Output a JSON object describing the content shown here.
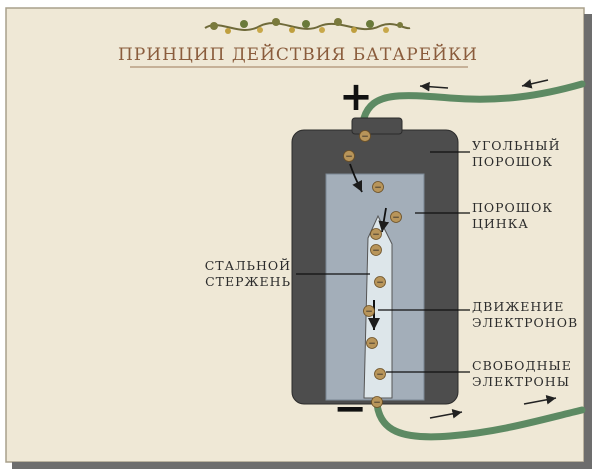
{
  "title": "ПРИНЦИП ДЕЙСТВИЯ БАТАРЕЙКИ",
  "terminals": {
    "plus": "+",
    "minus": "−"
  },
  "labels": {
    "carbon_l1": "УГОЛЬНЫЙ",
    "carbon_l2": "ПОРОШОК",
    "zinc_l1": "ПОРОШОК",
    "zinc_l2": "ЦИНКА",
    "rod_l1": "СТАЛЬНОЙ",
    "rod_l2": "СТЕРЖЕНЬ",
    "motion_l1": "ДВИЖЕНИЕ",
    "motion_l2": "ЭЛЕКТРОНОВ",
    "free_l1": "СВОБОДНЫЕ",
    "free_l2": "ЭЛЕКТРОНЫ"
  },
  "electron_symbol": "−",
  "colors": {
    "paper": "#efe8d6",
    "casing": "#4d4d4d",
    "zinc": "#a3aeb9",
    "rod": "#dde6ea",
    "wire": "#5d8a63",
    "electron": "#b8955a",
    "title": "#8a5c3c"
  }
}
